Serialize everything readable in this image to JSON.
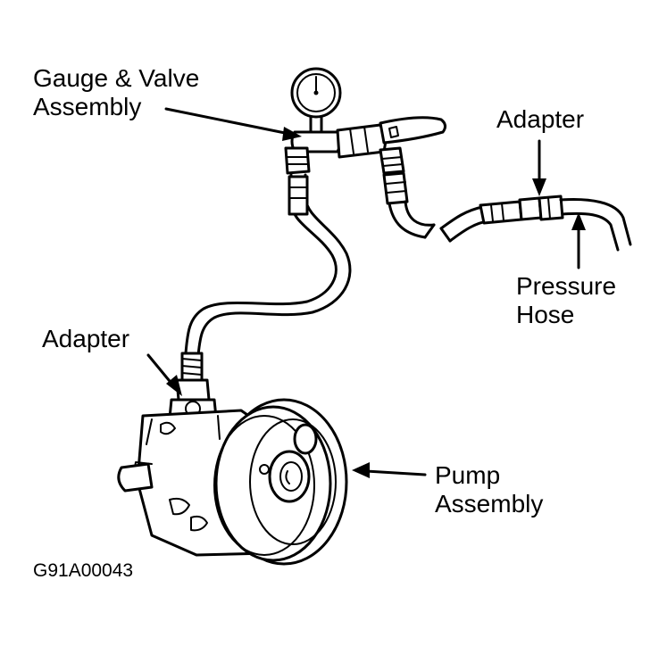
{
  "labels": {
    "gauge_valve": [
      "Gauge & Valve",
      "Assembly"
    ],
    "adapter_top": "Adapter",
    "pressure_hose": [
      "Pressure",
      "Hose"
    ],
    "adapter_left": "Adapter",
    "pump_assembly": [
      "Pump",
      "Assembly"
    ]
  },
  "figure_code": "G91A00043"
}
